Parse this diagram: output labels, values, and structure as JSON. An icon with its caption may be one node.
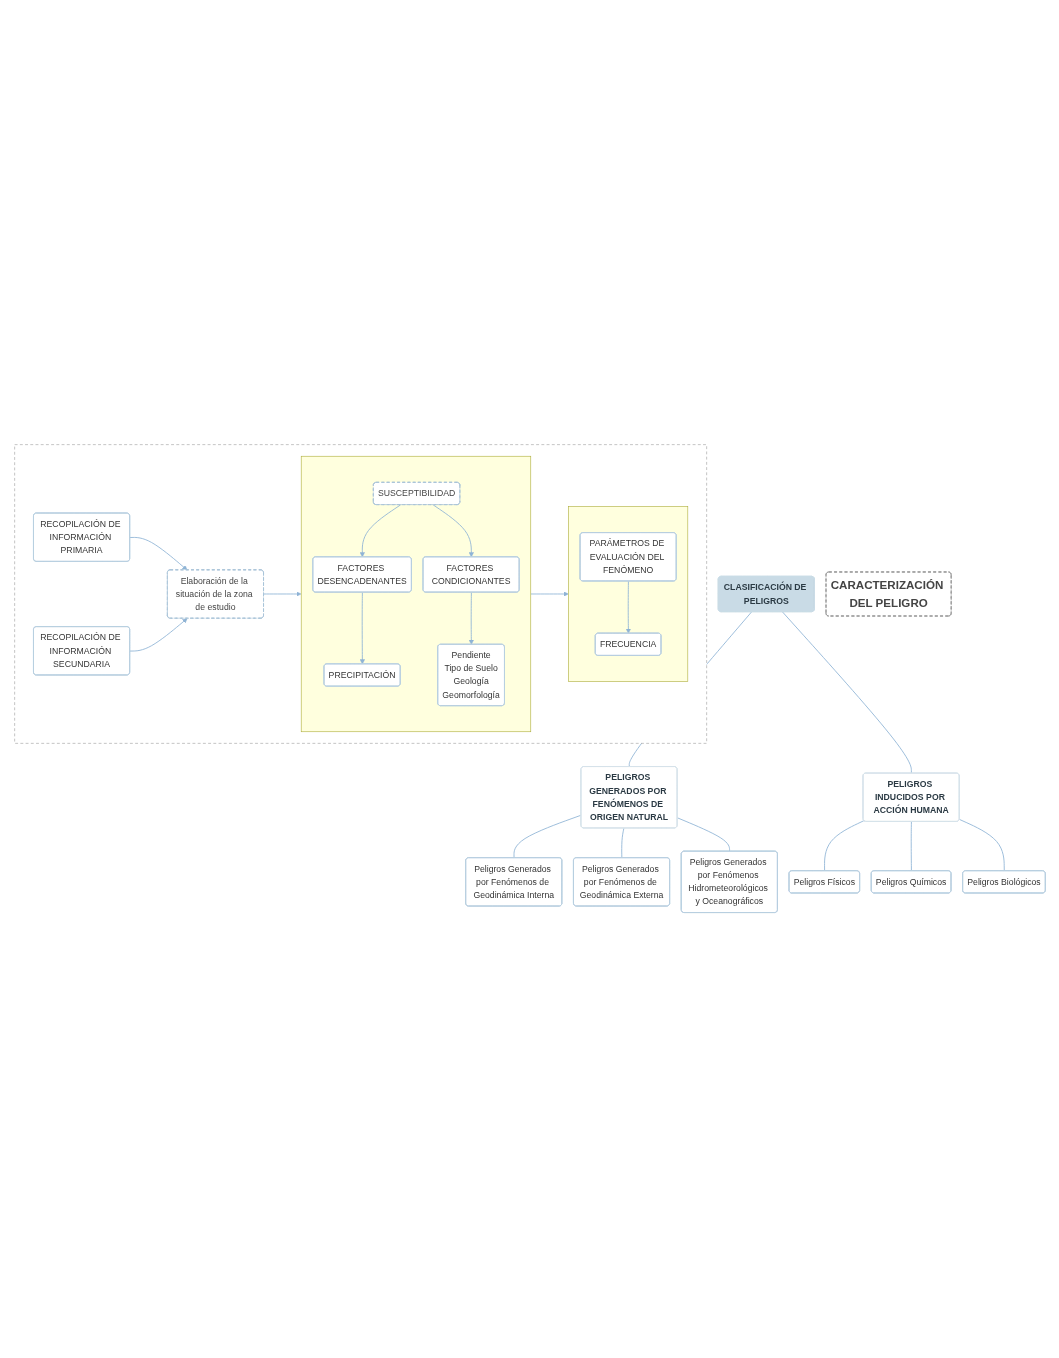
{
  "diagram": {
    "nodes": [
      {
        "text": [
          "CLASIFICACIÓN DE PELIGROS"
        ]
      },
      {
        "text": [
          "PELIGROS GENERADOS POR FENÓMENOS DE ORIGEN NATURAL"
        ]
      },
      {
        "text": [
          "Peligros Generados por Fenómenos de Geodinámica Interna"
        ]
      },
      {
        "text": [
          "Peligros Generados por Fenómenos de Geodinámica Externa"
        ]
      },
      {
        "text": [
          "Peligros Generados por Fenómenos Hidrometeorológicos y Oceanográficos"
        ]
      },
      {
        "text": [
          "PELIGROS INDUCIDOS POR ACCIÓN HUMANA"
        ]
      },
      {
        "text": [
          "Peligros Físicos"
        ]
      },
      {
        "text": [
          "Peligros Químicos"
        ]
      },
      {
        "text": [
          "Peligros Biológicos"
        ]
      },
      {
        "text": [
          "CARACTERIZACIÓN DEL PELIGRO"
        ]
      },
      {
        "text": [],
        "shape": "box"
      },
      {
        "text": [
          "Elaboración de la situación de la zona de estudio"
        ],
        "in": 10
      },
      {
        "text": [
          "RECOPILACIÓN DE INFORMACIÓN PRIMARIA"
        ],
        "in": 10
      },
      {
        "text": [
          "RECOPILACIÓN DE INFORMACIÓN SECUNDARIA"
        ],
        "in": 10
      },
      {
        "text": [],
        "shape": "box",
        "in": 10
      },
      {
        "text": [
          "SUSCEPTIBILIDAD"
        ],
        "in": 14
      },
      {
        "text": [
          "FACTORES DESENCADENANTES"
        ],
        "in": 14
      },
      {
        "text": [
          "PRECIPITACIÓN"
        ],
        "in": 14
      },
      {
        "text": [
          "FACTORES CONDICIONANTES"
        ],
        "in": 14
      },
      {
        "text": [
          "Pendiente",
          "Tipo de Suelo",
          "Geología",
          "Geomorfología"
        ],
        "in": 14
      },
      {
        "text": [],
        "shape": "box",
        "in": 10
      },
      {
        "text": [
          "PARÁMETROS DE EVALUACIÓN DEL FENÓMENO"
        ],
        "in": 20
      },
      {
        "text": [
          "FRECUENCIA"
        ],
        "in": 20
      }
    ],
    "edges": [
      {
        "from": 0,
        "to": 1,
        "arrow": "none"
      },
      {
        "from": 0,
        "to": 5,
        "arrow": "none"
      },
      {
        "from": 1,
        "to": 2,
        "arrow": "none"
      },
      {
        "from": 1,
        "to": 3,
        "arrow": "none"
      },
      {
        "from": 1,
        "to": 4,
        "arrow": "none"
      },
      {
        "from": 5,
        "to": 6,
        "arrow": "none"
      },
      {
        "from": 5,
        "to": 7,
        "arrow": "none"
      },
      {
        "from": 5,
        "to": 8,
        "arrow": "none"
      },
      {
        "from": 12,
        "to": 11,
        "arrow": "to"
      },
      {
        "from": 13,
        "to": 11,
        "arrow": "to"
      },
      {
        "from": 11,
        "to": 14,
        "arrow": "to"
      },
      {
        "from": 15,
        "to": 16,
        "arrow": "to"
      },
      {
        "from": 15,
        "to": 18,
        "arrow": "to"
      },
      {
        "from": 16,
        "to": 17,
        "arrow": "to"
      },
      {
        "from": 18,
        "to": 19,
        "arrow": "to"
      },
      {
        "from": 14,
        "to": 20,
        "arrow": "to"
      },
      {
        "from": 21,
        "to": 22,
        "arrow": "to"
      }
    ]
  }
}
